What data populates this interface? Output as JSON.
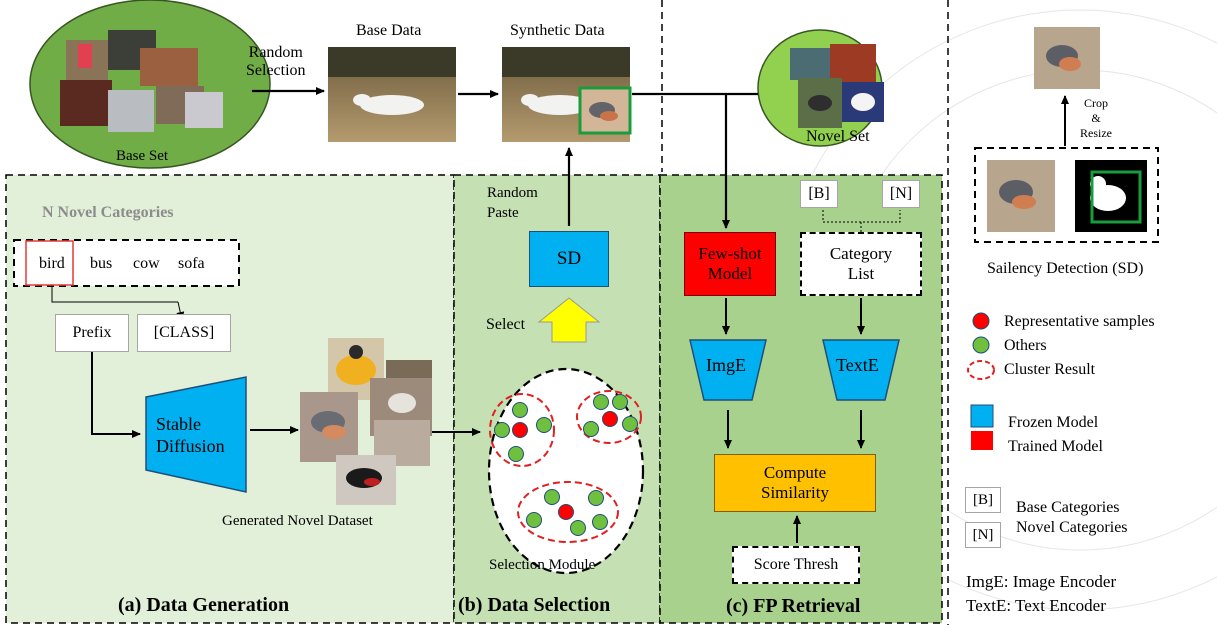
{
  "top": {
    "base_set": "Base Set",
    "random_selection": "Random\nSelection",
    "base_data": "Base Data",
    "synthetic_data": "Synthetic Data",
    "novel_set": "Novel Set"
  },
  "panel_a": {
    "title": "(a) Data Generation",
    "novel_categories_heading": "N Novel Categories",
    "categories": [
      "bird",
      "bus",
      "cow",
      "sofa"
    ],
    "prefix": "Prefix",
    "class_token": "[CLASS]",
    "stable_diffusion": "Stable\nDiffusion",
    "generated_dataset": "Generated Novel Dataset"
  },
  "panel_b": {
    "title": "(b) Data Selection",
    "random_paste": "Random\nPaste",
    "sd": "SD",
    "select": "Select",
    "selection_module": "Selection Module"
  },
  "panel_c": {
    "title": "(c) FP Retrieval",
    "base_tag": "[B]",
    "novel_tag": "[N]",
    "few_shot_model": "Few-shot\nModel",
    "category_list": "Category\nList",
    "img_encoder": "ImgE",
    "text_encoder": "TextE",
    "compute_similarity": "Compute\nSimilarity",
    "score_thresh": "Score Thresh"
  },
  "sd_panel": {
    "crop_resize": "Crop\n&\nResize",
    "caption": "Sailency Detection (SD)"
  },
  "legend": {
    "representative": "Representative samples",
    "others": "Others",
    "cluster": "Cluster Result",
    "frozen": "Frozen Model",
    "trained": "Trained Model",
    "base_tag": "[B]",
    "base_categories": "Base Categories",
    "novel_tag": "[N]",
    "novel_categories": "Novel Categories",
    "imge_def": "ImgE:  Image Encoder",
    "texte_def": "TextE:  Text Encoder"
  },
  "colors": {
    "panel_green": "#e2efd9",
    "panel_mid_green": "#c5e0b3",
    "panel_dark_green": "#a9d18e",
    "set_green": "#70ad47",
    "frozen_blue": "#00b0f0",
    "trained_red": "#ff0000",
    "similarity_orange": "#ffc000",
    "arrow_yellow": "#ffff00",
    "dot_green": "#70c040",
    "cluster_red": "#e02020"
  }
}
